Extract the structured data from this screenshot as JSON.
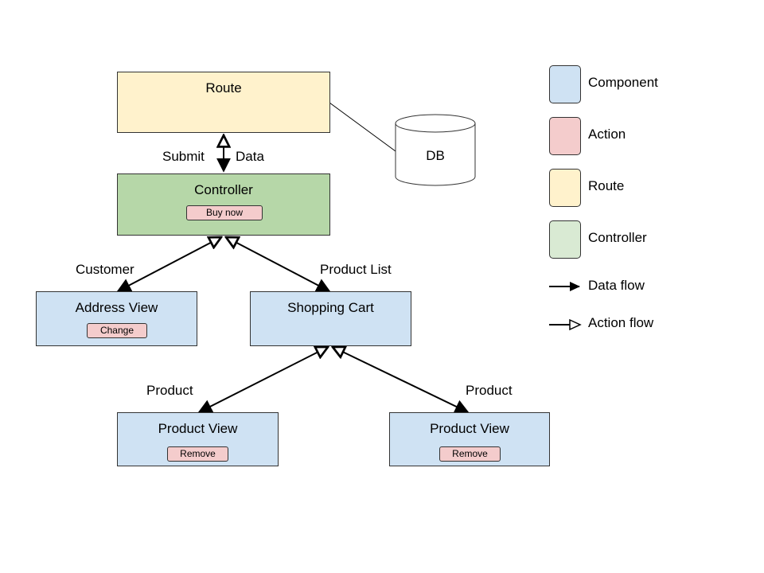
{
  "colors": {
    "component": "#cfe2f3",
    "action": "#f4cccc",
    "route": "#fff2cc",
    "controller": "#b6d7a8",
    "controller_legend": "#d9ead3",
    "line": "#000000"
  },
  "nodes": {
    "route": {
      "title": "Route"
    },
    "db": {
      "title": "DB"
    },
    "controller": {
      "title": "Controller",
      "action": "Buy now"
    },
    "address_view": {
      "title": "Address View",
      "action": "Change"
    },
    "shopping_cart": {
      "title": "Shopping Cart"
    },
    "product_view_left": {
      "title": "Product View",
      "action": "Remove"
    },
    "product_view_right": {
      "title": "Product View",
      "action": "Remove"
    }
  },
  "edges": {
    "submit": "Submit",
    "data": "Data",
    "customer": "Customer",
    "product_list": "Product List",
    "product_left": "Product",
    "product_right": "Product"
  },
  "legend": {
    "component": "Component",
    "action": "Action",
    "route": "Route",
    "controller": "Controller",
    "data_flow": "Data flow",
    "action_flow": "Action flow"
  }
}
